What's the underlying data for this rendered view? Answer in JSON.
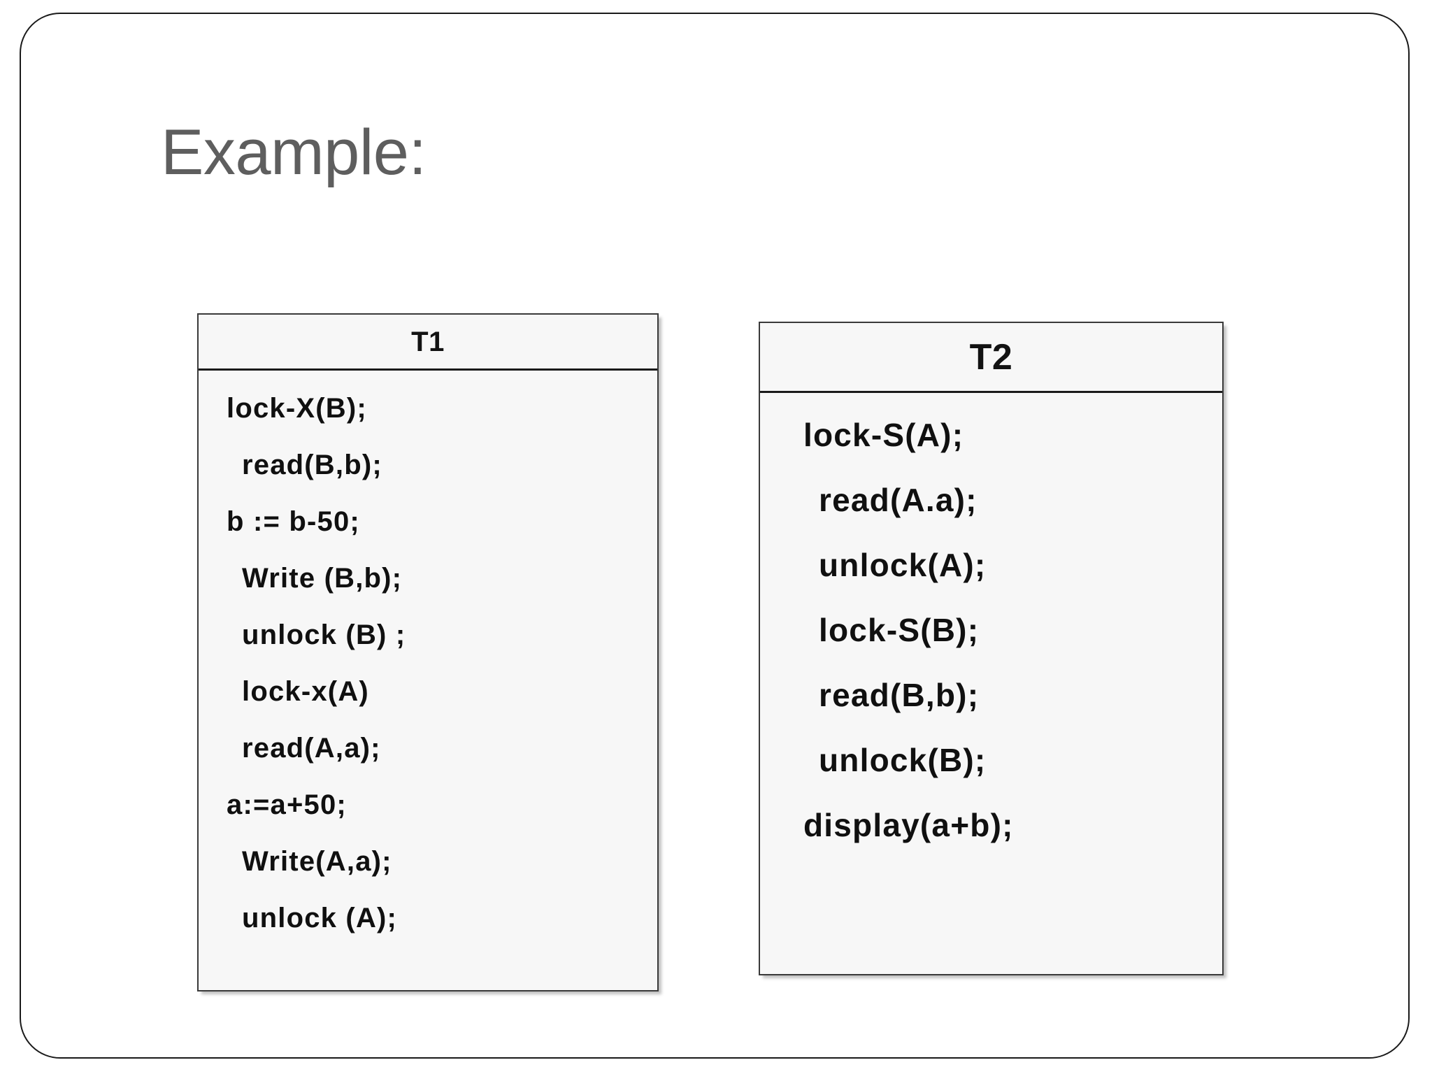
{
  "slide": {
    "title": "Example:",
    "title_color": "#5e5e5e",
    "border_color": "#1a1a1a",
    "background": "#ffffff"
  },
  "tables": [
    {
      "id": "t1",
      "header": "T1",
      "text_color": "#101010",
      "lines": [
        {
          "text": "lock-X(B);",
          "indent": false
        },
        {
          "text": "read(B,b);",
          "indent": true
        },
        {
          "text": "b := b-50;",
          "indent": false
        },
        {
          "text": "Write (B,b);",
          "indent": true
        },
        {
          "text": "unlock (B) ;",
          "indent": true
        },
        {
          "text": "lock-x(A)",
          "indent": true
        },
        {
          "text": "read(A,a);",
          "indent": true
        },
        {
          "text": "a:=a+50;",
          "indent": false
        },
        {
          "text": "Write(A,a);",
          "indent": true
        },
        {
          "text": "unlock (A);",
          "indent": true
        }
      ]
    },
    {
      "id": "t2",
      "header": "T2",
      "text_color": "#101010",
      "lines": [
        {
          "text": "lock-S(A);",
          "indent": false
        },
        {
          "text": "read(A.a);",
          "indent": true
        },
        {
          "text": "unlock(A);",
          "indent": true
        },
        {
          "text": "lock-S(B);",
          "indent": true
        },
        {
          "text": "read(B,b);",
          "indent": true
        },
        {
          "text": "unlock(B);",
          "indent": true
        },
        {
          "text": "display(a+b);",
          "indent": false
        }
      ]
    }
  ]
}
